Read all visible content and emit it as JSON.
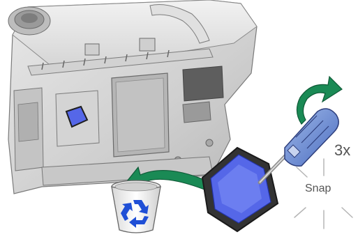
{
  "labels": {
    "count": "3x",
    "snap": "Snap"
  },
  "icons": {
    "device": "printer-underside-illustration",
    "recycle_bin": "recycle-bin-icon",
    "screwdriver": "screwdriver-icon",
    "rotate_arrow": "rotate-arrow-icon",
    "discard_arrow": "discard-arrow-icon",
    "cover_part": "removable-cover-part",
    "snap_burst": "snap-burst-lines"
  },
  "colors": {
    "part_blue": "#5567e8",
    "part_frame": "#333333",
    "arrow_green": "#1a8a55",
    "device_gray": "#c9c9c9",
    "device_dark": "#8a8a8a",
    "label_gray": "#555555"
  }
}
